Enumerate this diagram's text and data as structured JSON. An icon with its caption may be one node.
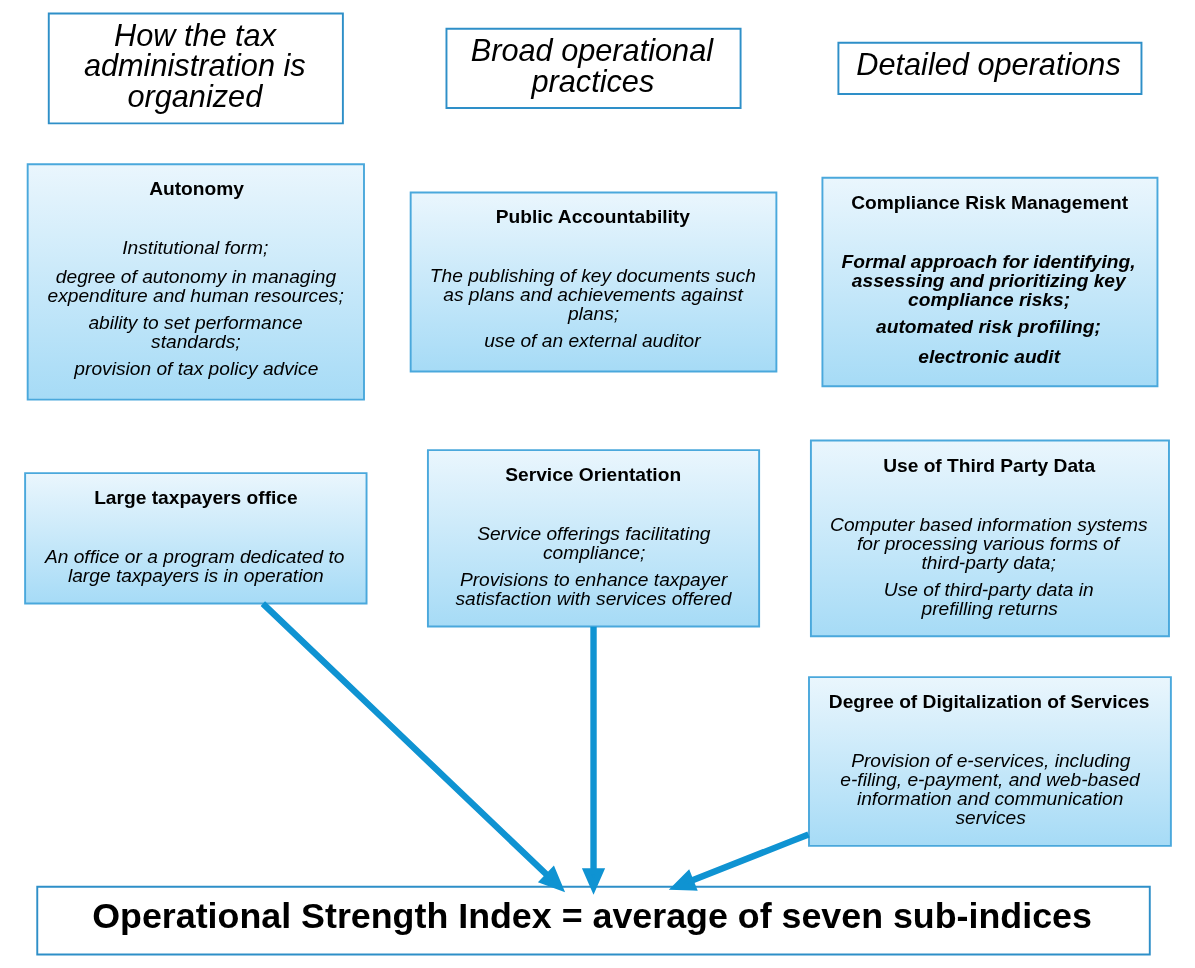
{
  "diagram": {
    "nodes": [
      {
        "text": [
          "How the tax administration is organized"
        ]
      },
      {
        "text": [
          "Broad operational practices"
        ]
      },
      {
        "text": [
          "Detailed operations"
        ]
      },
      {
        "text": [
          "Autonomy",
          "Institutional form;",
          "degree of autonomy in managing expenditure and human resources;",
          "ability to set performance standards;",
          "provision of tax policy advice"
        ]
      },
      {
        "text": [
          "Public Accountability",
          "The publishing of key documents such as plans and achievements against plans;",
          "use of an external auditor"
        ]
      },
      {
        "text": [
          "Compliance Risk Management",
          "Formal approach for identifying, assessing and prioritizing key compliance risks;",
          "automated risk profiling;",
          "electronic audit"
        ]
      },
      {
        "text": [
          "Large taxpayers office",
          "An office or a program dedicated to large taxpayers is in operation"
        ]
      },
      {
        "text": [
          "Service Orientation",
          "Service offerings facilitating compliance;",
          "Provisions to enhance taxpayer satisfaction with services offered"
        ]
      },
      {
        "text": [
          "Use of Third Party Data",
          "Computer based information systems for processing various forms of third-party data;",
          "Use of third-party data in prefilling returns"
        ]
      },
      {
        "text": [
          "Degree of Digitalization of Services",
          "Provision of e-services, including e-filing, e-payment, and web-based information and communication services"
        ]
      },
      {
        "text": [
          "Operational Strength Index = average of seven sub-indices"
        ]
      }
    ],
    "edges": [
      {
        "from": 6,
        "to": 10,
        "arrow": "to"
      },
      {
        "from": 7,
        "to": 10,
        "arrow": "to"
      },
      {
        "from": 9,
        "to": 10,
        "arrow": "to"
      }
    ]
  }
}
